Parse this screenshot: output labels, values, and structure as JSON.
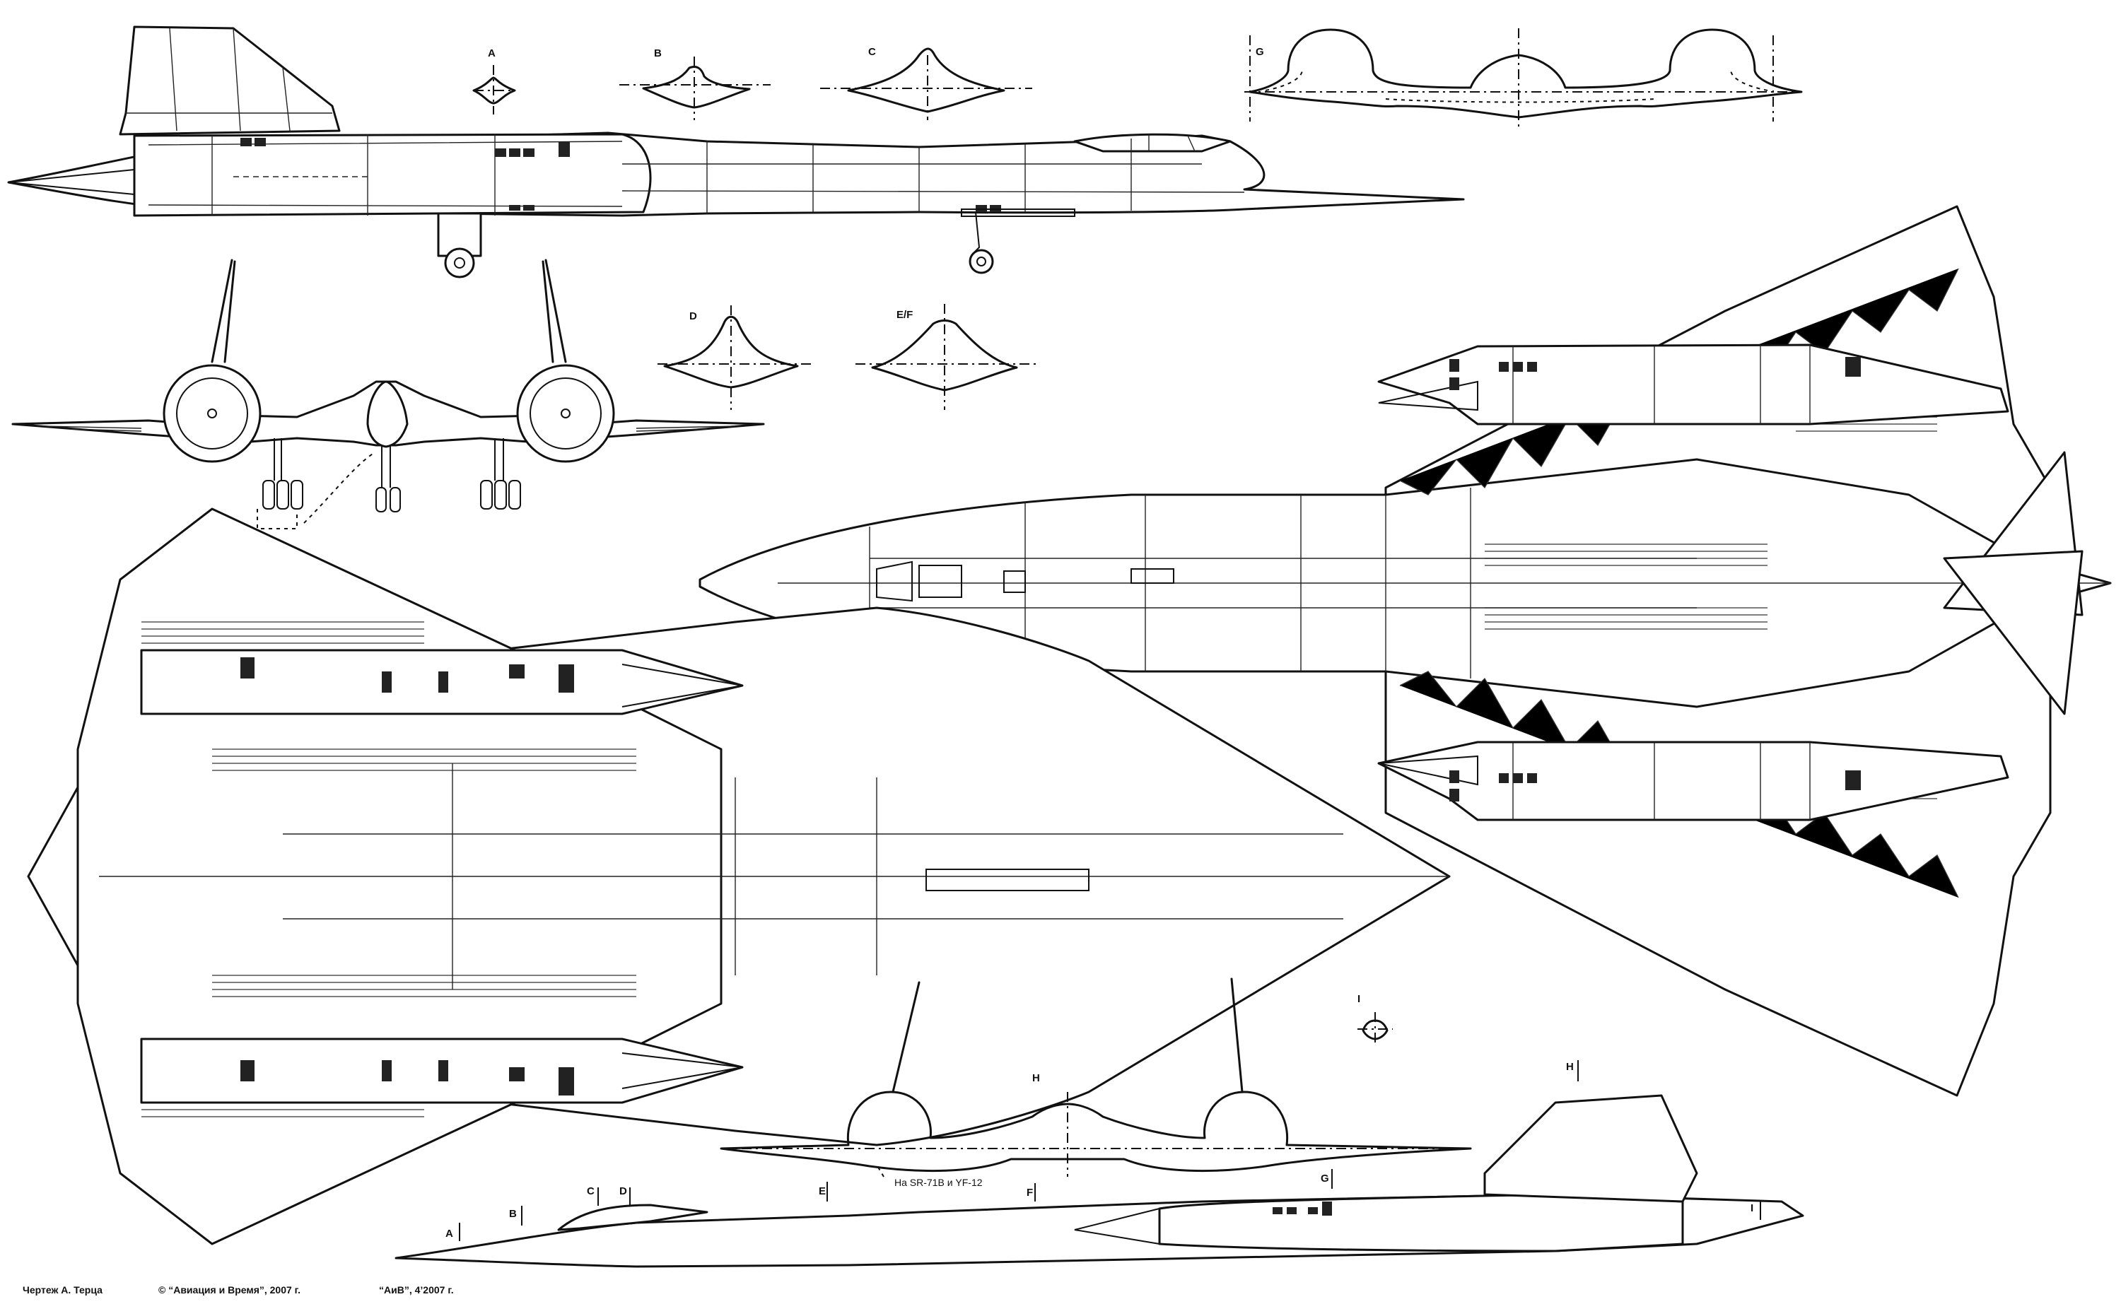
{
  "section_labels": {
    "A": "A",
    "B": "B",
    "C": "C",
    "D": "D",
    "EF": "E/F",
    "G": "G",
    "H": "H",
    "I": "I"
  },
  "station_labels": {
    "A": "A",
    "B": "B",
    "C": "C",
    "D": "D",
    "E": "E",
    "F": "F",
    "G": "G",
    "H": "H",
    "I": "I"
  },
  "note_variant": "На SR-71B и YF-12",
  "footer": {
    "author": "Чертеж А. Терца",
    "copyright": "© “Авиация и Время”, 2007 г.",
    "issue": "“АиВ”, 4’2007 г."
  },
  "colors": {
    "ink": "#111111",
    "paper": "#ffffff"
  }
}
